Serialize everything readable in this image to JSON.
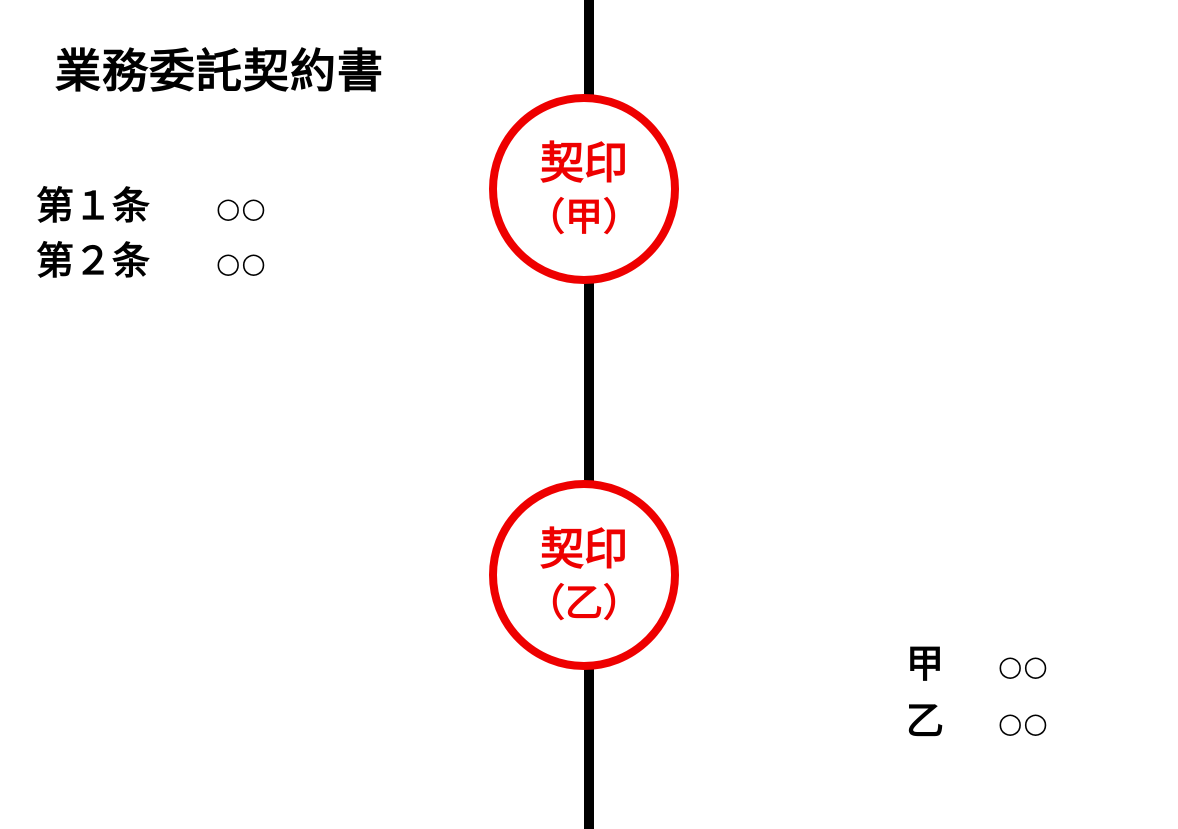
{
  "document": {
    "title": "業務委託契約書",
    "articles": [
      {
        "heading": "第１条",
        "value": "○○"
      },
      {
        "heading": "第２条",
        "value": "○○"
      }
    ]
  },
  "seals": [
    {
      "line1": "契印",
      "line2": "（甲）"
    },
    {
      "line1": "契印",
      "line2": "（乙）"
    }
  ],
  "parties": [
    {
      "label": "甲",
      "value": "○○"
    },
    {
      "label": "乙",
      "value": "○○"
    }
  ],
  "colors": {
    "seal": "#ee0000",
    "text": "#000000",
    "divider": "#000000",
    "background": "#ffffff"
  }
}
